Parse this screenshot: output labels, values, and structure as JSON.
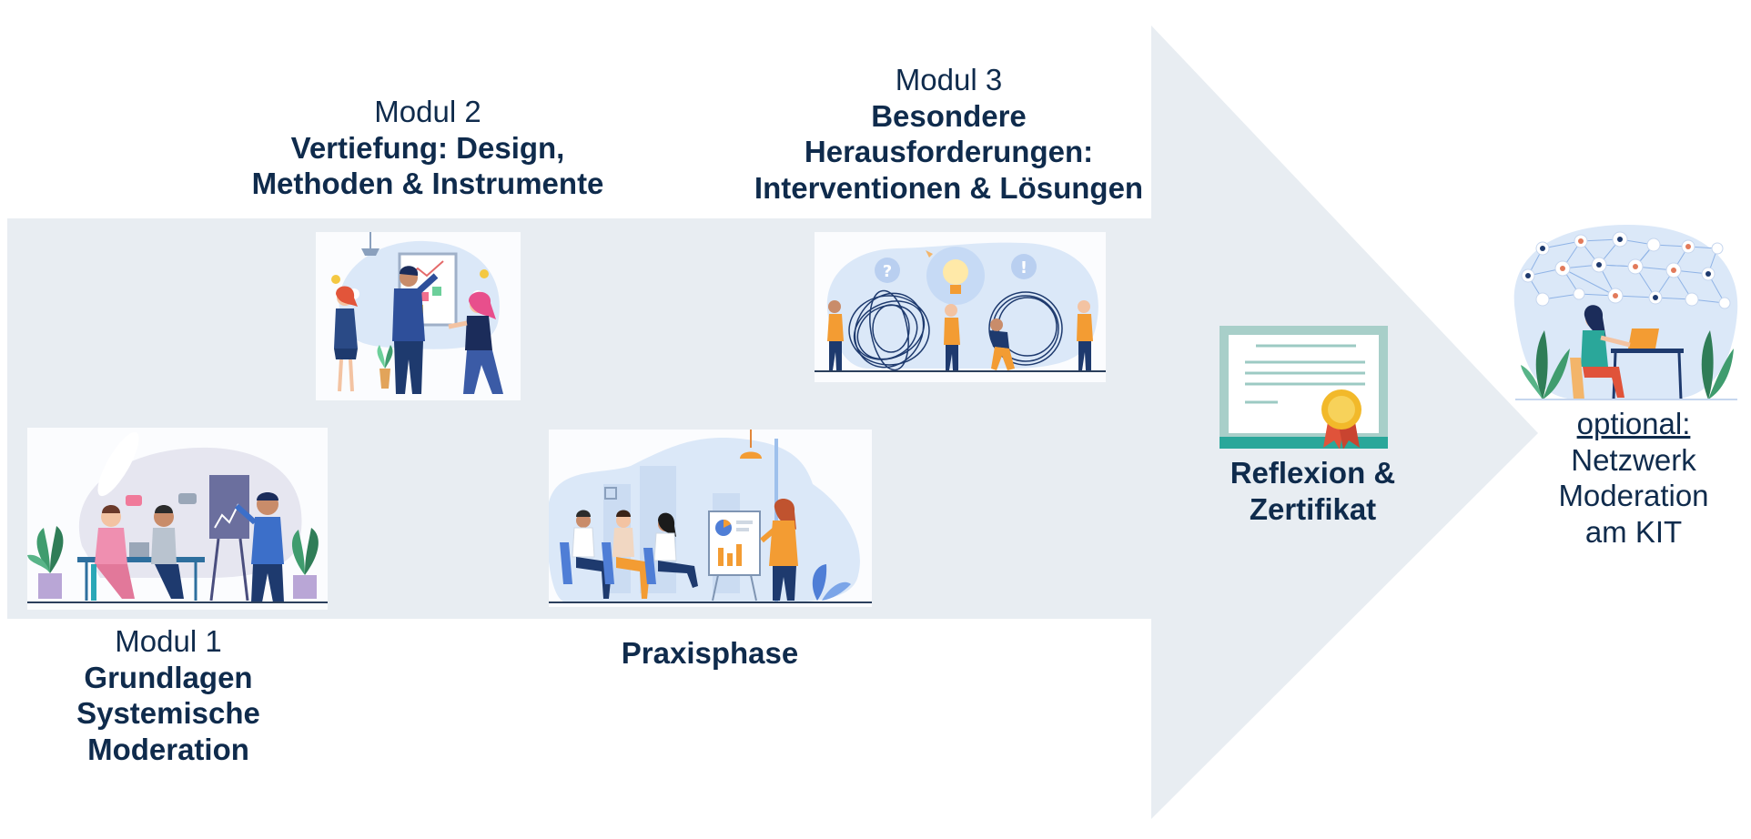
{
  "diagram": {
    "modul1": {
      "label": "Modul 1",
      "title_lines": [
        "Grundlagen",
        "Systemische",
        "Moderation"
      ],
      "illustration": "meeting-presentation-illustration"
    },
    "modul2": {
      "label": "Modul 2",
      "title_lines": [
        "Vertiefung: Design,",
        "Methoden & Instrumente"
      ],
      "illustration": "whiteboard-brainstorm-illustration"
    },
    "praxis": {
      "title": "Praxisphase",
      "illustration": "workshop-audience-illustration"
    },
    "modul3": {
      "label": "Modul 3",
      "title_lines": [
        "Besondere",
        "Herausforderungen:",
        "Interventionen & Lösungen"
      ],
      "illustration": "tangled-problems-lightbulb-illustration"
    },
    "zertifikat": {
      "title_lines": [
        "Reflexion &",
        "Zertifikat"
      ],
      "icon": "certificate-icon"
    },
    "netzwerk": {
      "optional": "optional:",
      "lines": [
        "Netzwerk",
        "Moderation",
        "am KIT"
      ],
      "illustration": "network-people-illustration"
    }
  },
  "colors": {
    "arrow": "#e8edf2",
    "text": "#0f2b4c",
    "accent_orange": "#f39c33",
    "navy": "#1e3a6e",
    "teal": "#2aa79a",
    "light_blue": "#dbe8f8"
  }
}
